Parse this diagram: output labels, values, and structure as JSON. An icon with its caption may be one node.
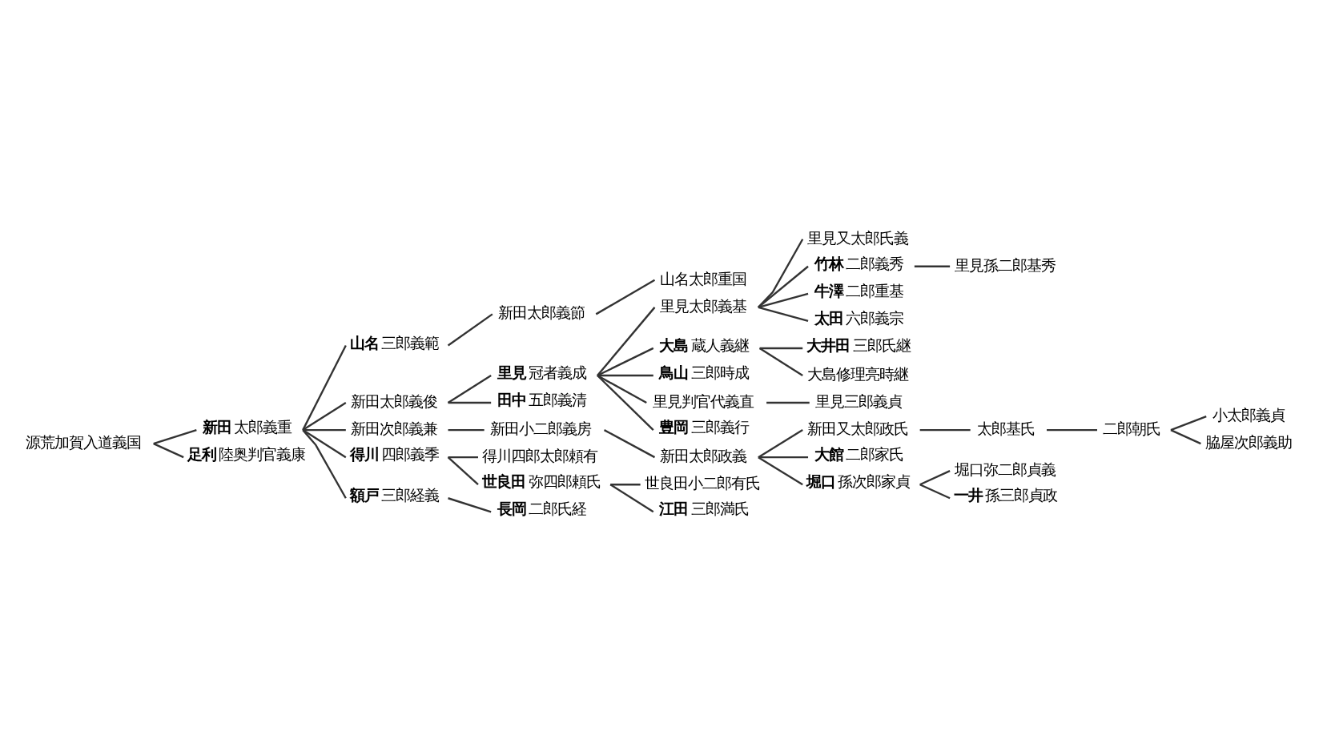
{
  "diagram": {
    "nodes": [
      {
        "text": [
          "源荒加賀入道義国"
        ]
      },
      {
        "text": [
          "**新田**太郎義重"
        ]
      },
      {
        "text": [
          "**山名**三郎義範"
        ]
      },
      {
        "text": [
          "新田太郎義節"
        ]
      },
      {
        "text": [
          "山名太郎重国"
        ]
      },
      {
        "text": [
          "新田太郎義俊"
        ]
      },
      {
        "text": [
          "**里見**冠者義成"
        ]
      },
      {
        "text": [
          "里見太郎義基"
        ]
      },
      {
        "text": [
          "里見又太郎氏義"
        ]
      },
      {
        "text": [
          "**竹林**二郎義秀"
        ]
      },
      {
        "text": [
          "里見孫二郎基秀"
        ]
      },
      {
        "text": [
          "**牛澤**二郎重基"
        ]
      },
      {
        "text": [
          "**太田**六郎義宗"
        ]
      },
      {
        "text": [
          "**大島**蔵人義継"
        ]
      },
      {
        "text": [
          "**大井田**三郎氏継"
        ]
      },
      {
        "text": [
          "大島修理亮時継"
        ]
      },
      {
        "text": [
          "**鳥山**三郎時成"
        ]
      },
      {
        "text": [
          "里見判官代義直"
        ]
      },
      {
        "text": [
          "里見三郎義貞"
        ]
      },
      {
        "text": [
          "**豊岡**三郎義行"
        ]
      },
      {
        "text": [
          "**田中**五郎義清"
        ]
      },
      {
        "text": [
          "新田次郎義兼"
        ]
      },
      {
        "text": [
          "新田小二郎義房"
        ]
      },
      {
        "text": [
          "新田太郎政義"
        ]
      },
      {
        "text": [
          "新田又太郎政氏"
        ]
      },
      {
        "text": [
          "太郎基氏"
        ]
      },
      {
        "text": [
          "二郎朝氏"
        ]
      },
      {
        "text": [
          "小太郎義貞"
        ]
      },
      {
        "text": [
          "脇屋次郎義助"
        ]
      },
      {
        "text": [
          "**大館**二郎家氏"
        ]
      },
      {
        "text": [
          "**堀口**孫次郎家貞"
        ]
      },
      {
        "text": [
          "堀口弥二郎貞義"
        ]
      },
      {
        "text": [
          "**一井**孫三郎貞政"
        ]
      },
      {
        "text": [
          "**得川**四郎義季"
        ]
      },
      {
        "text": [
          "得川四郎太郎頼有"
        ]
      },
      {
        "text": [
          "**世良田**弥四郎頼氏"
        ]
      },
      {
        "text": [
          "世良田小二郎有氏"
        ]
      },
      {
        "text": [
          "**江田**三郎満氏"
        ]
      },
      {
        "text": [
          "**額戸**三郎経義"
        ]
      },
      {
        "text": [
          "**長岡**二郎氏経"
        ]
      },
      {
        "text": [
          "**足利**陸奥判官義康"
        ]
      }
    ],
    "edges": [
      {
        "from": 0,
        "to": 1,
        "arrow": "none"
      },
      {
        "from": 1,
        "to": 2,
        "arrow": "none"
      },
      {
        "from": 2,
        "to": 3,
        "arrow": "none"
      },
      {
        "from": 3,
        "to": 4,
        "arrow": "none"
      },
      {
        "from": 1,
        "to": 5,
        "arrow": "none"
      },
      {
        "from": 5,
        "to": 6,
        "arrow": "none"
      },
      {
        "from": 6,
        "to": 7,
        "arrow": "none"
      },
      {
        "from": 7,
        "to": 8,
        "arrow": "none"
      },
      {
        "from": 7,
        "to": 9,
        "arrow": "none"
      },
      {
        "from": 9,
        "to": 10,
        "arrow": "none"
      },
      {
        "from": 7,
        "to": 11,
        "arrow": "none"
      },
      {
        "from": 7,
        "to": 12,
        "arrow": "none"
      },
      {
        "from": 6,
        "to": 13,
        "arrow": "none"
      },
      {
        "from": 13,
        "to": 14,
        "arrow": "none"
      },
      {
        "from": 13,
        "to": 15,
        "arrow": "none"
      },
      {
        "from": 6,
        "to": 16,
        "arrow": "none"
      },
      {
        "from": 6,
        "to": 17,
        "arrow": "none"
      },
      {
        "from": 17,
        "to": 18,
        "arrow": "none"
      },
      {
        "from": 6,
        "to": 19,
        "arrow": "none"
      },
      {
        "from": 5,
        "to": 20,
        "arrow": "none"
      },
      {
        "from": 1,
        "to": 21,
        "arrow": "none"
      },
      {
        "from": 21,
        "to": 22,
        "arrow": "none"
      },
      {
        "from": 22,
        "to": 23,
        "arrow": "none"
      },
      {
        "from": 23,
        "to": 24,
        "arrow": "none"
      },
      {
        "from": 24,
        "to": 25,
        "arrow": "none"
      },
      {
        "from": 25,
        "to": 26,
        "arrow": "none"
      },
      {
        "from": 26,
        "to": 27,
        "arrow": "none"
      },
      {
        "from": 26,
        "to": 28,
        "arrow": "none"
      },
      {
        "from": 23,
        "to": 29,
        "arrow": "none"
      },
      {
        "from": 23,
        "to": 30,
        "arrow": "none"
      },
      {
        "from": 30,
        "to": 31,
        "arrow": "none"
      },
      {
        "from": 30,
        "to": 32,
        "arrow": "none"
      },
      {
        "from": 1,
        "to": 33,
        "arrow": "none"
      },
      {
        "from": 33,
        "to": 34,
        "arrow": "none"
      },
      {
        "from": 33,
        "to": 35,
        "arrow": "none"
      },
      {
        "from": 35,
        "to": 36,
        "arrow": "none"
      },
      {
        "from": 35,
        "to": 37,
        "arrow": "none"
      },
      {
        "from": 1,
        "to": 38,
        "arrow": "none"
      },
      {
        "from": 38,
        "to": 39,
        "arrow": "none"
      },
      {
        "from": 0,
        "to": 40,
        "arrow": "none"
      }
    ]
  }
}
